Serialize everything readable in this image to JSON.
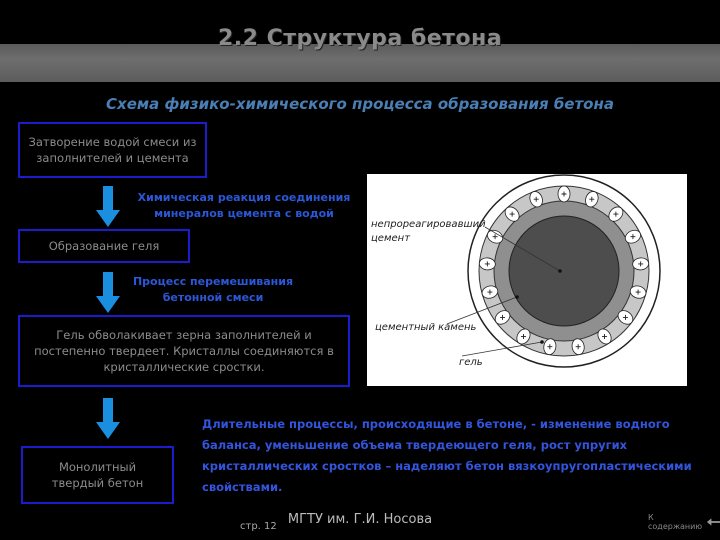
{
  "title": "2.2 Структура бетона",
  "subtitle": "Схема физико-химического процесса образования бетона",
  "boxes": {
    "b1": "Затворение водой смеси из заполнителей и цемента",
    "b2": "Образование геля",
    "b3": "Гель обволакивает зерна заполнителей и постепенно твердеет. Кристаллы соединяются в кристаллические сростки.",
    "b4": "Монолитный твердый бетон"
  },
  "labels": {
    "l1": "Химическая реакция соединения минералов цемента с водой",
    "l2": "Процесс перемешивания бетонной смеси"
  },
  "paragraph": "Длительные процессы, происходящие в бетоне, - изменение водного баланса, уменьшение объема твердеющего геля, рост упругих кристаллических сростков – наделяют бетон вязкоупругопластическими свойствами.",
  "diagram": {
    "label_unreacted": "непрореагировавший цемент",
    "label_stone": "цементный камень",
    "label_gel": "гель"
  },
  "footer": {
    "institution": "МГТУ им. Г.И. Носова",
    "page": "стр. 12",
    "back": "К содержанию"
  },
  "colors": {
    "box_border": "#1c1ccc",
    "accent_blue": "#2b57d9",
    "arrow": "#1a8fe0"
  }
}
